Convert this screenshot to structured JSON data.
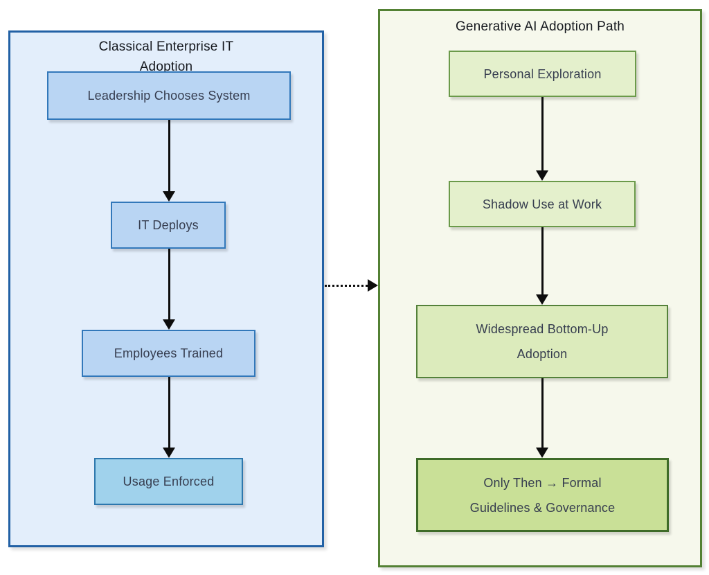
{
  "diagram": {
    "type": "flowchart-comparison",
    "panels": [
      {
        "title": "Classical Enterprise IT Adoption",
        "steps": [
          "Leadership Chooses System",
          "IT Deploys",
          "Employees Trained",
          "Usage Enforced"
        ],
        "colors": {
          "background": "#e3eefb",
          "border": "#2261a5",
          "node_fill": "#b9d5f3",
          "node_border": "#3278ba",
          "final_node_fill": "#a0d2ec"
        }
      },
      {
        "title": "Generative AI Adoption Path",
        "steps": [
          "Personal Exploration",
          "Shadow Use at Work",
          "Widespread Bottom-Up Adoption",
          "Only Then → Formal Guidelines & Governance"
        ],
        "colors": {
          "background": "#f6f8ec",
          "border": "#538134",
          "node_fill": "#e4f0cc",
          "node_border": "#6b9a4a",
          "mid_node_fill": "#dcebbc",
          "final_node_fill": "#c9e097",
          "final_node_border": "#3e6b28"
        }
      }
    ],
    "connector": {
      "style": "dotted-arrow",
      "from": "Classical Enterprise IT Adoption",
      "to": "Generative AI Adoption Path"
    },
    "arrow_color": "#0d0d0d"
  }
}
